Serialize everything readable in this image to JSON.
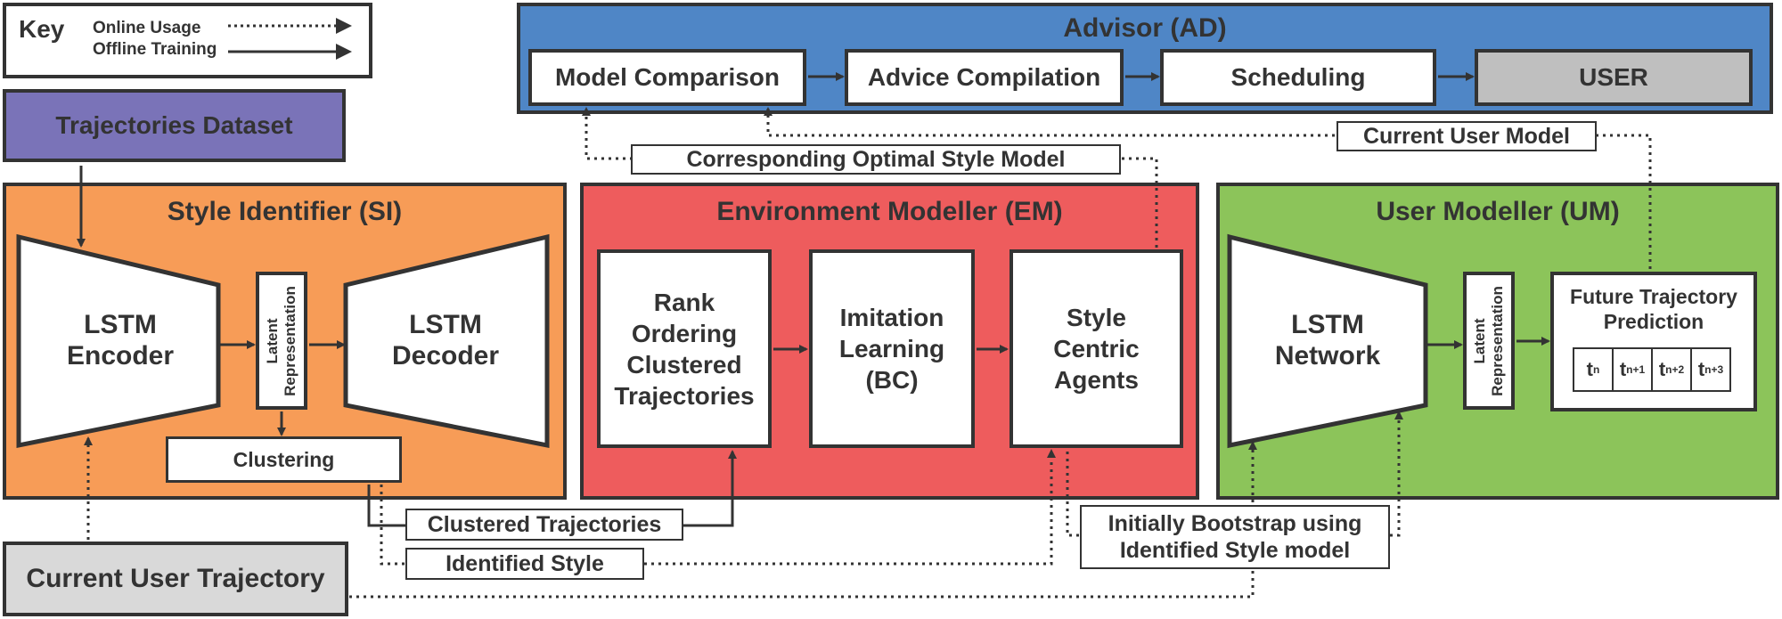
{
  "key": {
    "title": "Key",
    "online": "Online Usage",
    "offline": "Offline Training"
  },
  "trajectories_dataset": "Trajectories Dataset",
  "current_user_trajectory": "Current User Trajectory",
  "advisor": {
    "title": "Advisor (AD)",
    "model_comparison": "Model Comparison",
    "advice_compilation": "Advice Compilation",
    "scheduling": "Scheduling",
    "user": "USER"
  },
  "style_identifier": {
    "title": "Style Identifier (SI)",
    "encoder_line1": "LSTM",
    "encoder_line2": "Encoder",
    "latent_line1": "Latent",
    "latent_line2": "Representation",
    "decoder_line1": "LSTM",
    "decoder_line2": "Decoder",
    "clustering": "Clustering"
  },
  "environment_modeller": {
    "title": "Environment Modeller (EM)",
    "rank": "Rank Ordering Clustered Trajectories",
    "imitation": "Imitation Learning (BC)",
    "style_centric": "Style Centric Agents"
  },
  "user_modeller": {
    "title": "User Modeller (UM)",
    "network_line1": "LSTM",
    "network_line2": "Network",
    "latent_line1": "Latent",
    "latent_line2": "Representation",
    "future": "Future Trajectory Prediction",
    "t_base": "t",
    "t_subs": [
      "n",
      "n+1",
      "n+2",
      "n+3"
    ]
  },
  "labels": {
    "corresponding_optimal": "Corresponding Optimal Style Model",
    "current_user_model": "Current User Model",
    "clustered_trajectories": "Clustered Trajectories",
    "identified_style": "Identified Style",
    "bootstrap": "Initially Bootstrap using Identified Style model"
  },
  "colors": {
    "advisor": "#4f86c6",
    "style_identifier": "#f79c57",
    "environment_modeller": "#ee5c5d",
    "user_modeller": "#8cc45a",
    "trajectories_dataset": "#7a73b8",
    "user_box": "#bfbfbf",
    "current_trajectory_box": "#d9d9d9"
  }
}
